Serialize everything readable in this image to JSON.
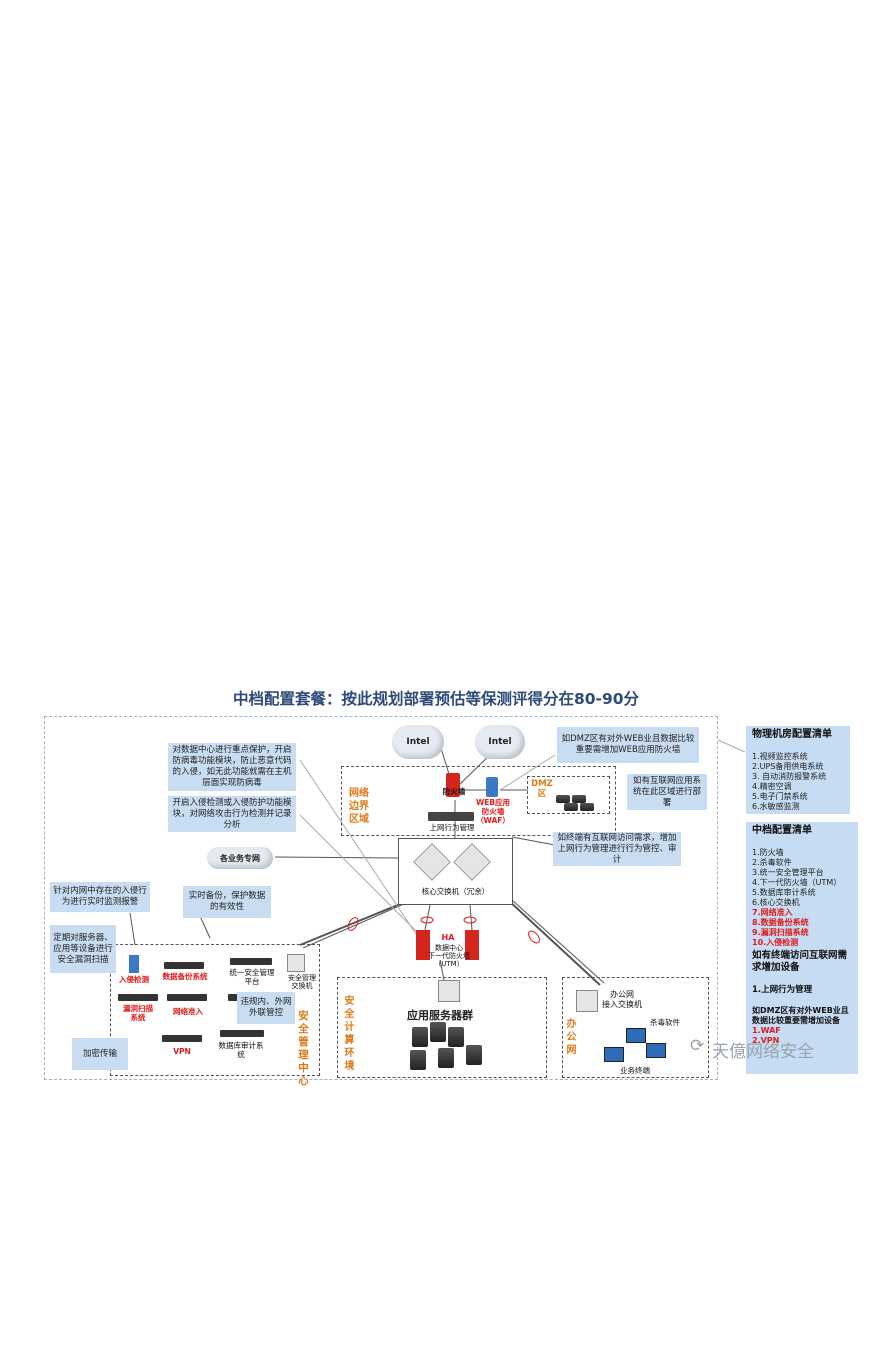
{
  "title": "中档配置套餐：按此规划部署预估等保测评得分在80-90分",
  "clouds": [
    "Intel",
    "Intel"
  ],
  "boundary_zone": {
    "label": "网络边界区域",
    "firewall": "防火墙",
    "waf": [
      "WEB应用",
      "防火墙",
      "（WAF）"
    ],
    "dmz": "DMZ区",
    "behavior_mgmt": "上网行为管理"
  },
  "core_switch": "核心交换机（冗余）",
  "business_network": "各业务专网",
  "data_center": {
    "ha": "HA",
    "label": [
      "数据中心",
      "下一代防火墙",
      "（UTM）"
    ]
  },
  "security_computing": {
    "label": "安全计算环境",
    "servers": "应用服务器群"
  },
  "office_network": {
    "label": "办公网",
    "switch": [
      "办公网",
      "接入交换机"
    ],
    "antivirus": "杀毒软件",
    "terminals": "业务终端"
  },
  "mgmt_center": {
    "label": "安全管理中心",
    "ids": "入侵检测",
    "backup": "数据备份系统",
    "uscm": [
      "统一安全管理",
      "平台"
    ],
    "switch": [
      "安全管理",
      "交换机"
    ],
    "vuln_scan": [
      "漏洞扫描",
      "系统"
    ],
    "nac": "网络准入",
    "vpn": "VPN",
    "db_audit": [
      "数据库审计系",
      "统"
    ]
  },
  "callouts": {
    "antivirus": "对数据中心进行重点保护，开启防病毒功能模块，防止恶意代码的入侵，如无此功能就需在主机层面实现防病毒",
    "ips": "开启入侵检测或入侵防护功能模块，对网络攻击行为检测并记录分析",
    "ids": "针对内网中存在的入侵行为进行实时监测报警",
    "backup": "实时备份，保护数据的有效性",
    "scan": "定期对服务器、应用等设备进行安全漏洞扫描",
    "nac": "违规内、外网外联管控",
    "crypto": "加密传输",
    "waf": "如DMZ区有对外WEB业且数据比较重要需增加WEB应用防火墙",
    "dmz": "如有互联网应用系统在此区域进行部署",
    "behavior": "如终端有互联网访问需求，增加上网行为管理进行行为管控、审计"
  },
  "physical_list": {
    "title": "物理机房配置清单",
    "items": [
      "1.视频监控系统",
      "2.UPS备用供电系统",
      "3. 自动消防报警系统",
      "4.精密空调",
      "5.电子门禁系统",
      "6.水敏感监测"
    ]
  },
  "mid_list": {
    "title": "中档配置清单",
    "items": [
      "1.防火墙",
      "2.杀毒软件",
      "3.统一安全管理平台",
      "4.下一代防火墙（UTM）",
      "5.数据库审计系统",
      "6.核心交换机"
    ],
    "red_items": [
      "7.网络准入",
      "8.数据备份系统",
      "9.漏洞扫描系统",
      "10.入侵检测"
    ],
    "sub1": "如有终端访问互联网需求增加设备",
    "sub1_item": "1.上网行为管理",
    "sub2": "如DMZ区有对外WEB业且数据比较重要需增加设备",
    "sub2_item": "1.WAF",
    "sub2_item2": "2.VPN"
  },
  "watermark": "天億网络安全",
  "colors": {
    "accent_orange": "#e07a18",
    "red": "#e21a1a",
    "callout_bg": "#c9ddf2",
    "title": "#2e4a7a"
  }
}
